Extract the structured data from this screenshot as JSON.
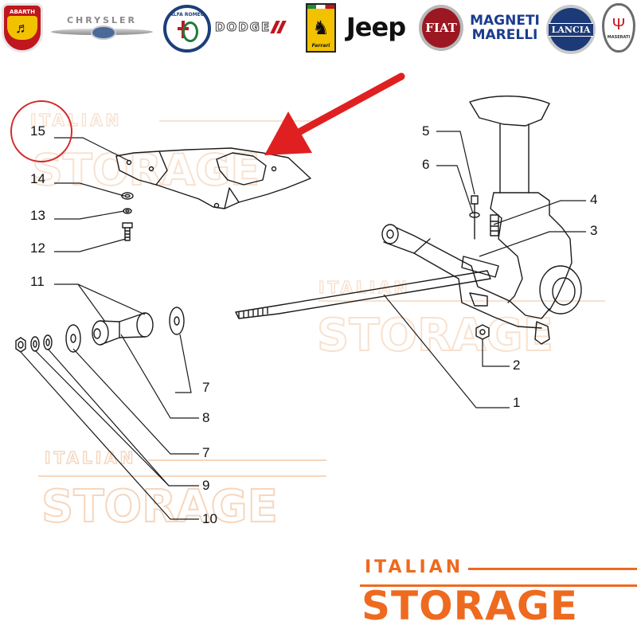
{
  "brand_logos": [
    {
      "name": "Abarth",
      "text": "ABARTH"
    },
    {
      "name": "Chrysler",
      "text": "CHRYSLER"
    },
    {
      "name": "Alfa Romeo",
      "text": "ALFA ROMEO"
    },
    {
      "name": "Dodge",
      "text": "DODGE"
    },
    {
      "name": "Ferrari",
      "text": "Ferrari"
    },
    {
      "name": "Jeep",
      "text": "Jeep"
    },
    {
      "name": "Fiat",
      "text": "FIAT"
    },
    {
      "name": "Magneti Marelli",
      "text": "MAGNETI MARELLI",
      "line1": "MAGNETI",
      "line2": "MARELLI"
    },
    {
      "name": "Lancia",
      "text": "LANCIA"
    },
    {
      "name": "Maserati",
      "text": "MASERATI"
    }
  ],
  "diagram": {
    "part_callouts": [
      "15",
      "14",
      "13",
      "12",
      "11",
      "5",
      "6",
      "4",
      "3",
      "7",
      "8",
      "7",
      "9",
      "10",
      "2",
      "1"
    ],
    "highlighted_part": "15",
    "colors": {
      "highlight_circle": "#d42a2a",
      "arrow": "#e02020",
      "line_art": "#1a1a1a"
    }
  },
  "watermark": {
    "line1": "ITALIAN",
    "line2": "STORAGE",
    "color": "#f4c9a8"
  },
  "brand": {
    "line1": "ITALIAN",
    "line2": "STORAGE",
    "color": "#ee6a1f"
  }
}
